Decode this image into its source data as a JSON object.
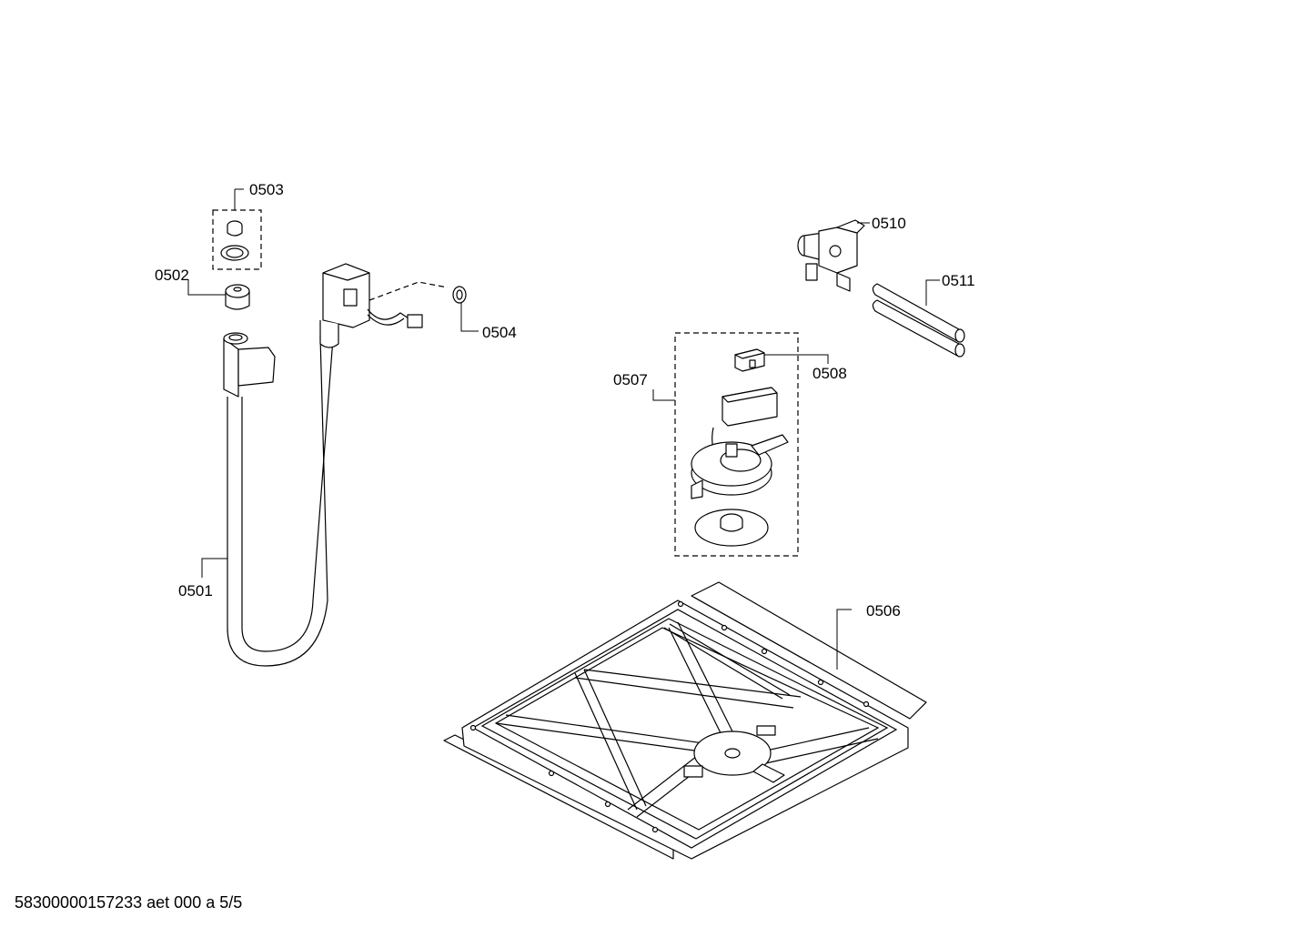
{
  "labels": {
    "p0501": "0501",
    "p0502": "0502",
    "p0503": "0503",
    "p0504": "0504",
    "p0506": "0506",
    "p0507": "0507",
    "p0508": "0508",
    "p0510": "0510",
    "p0511": "0511"
  },
  "footer": "58300000157233 aet 000 a 5/5"
}
